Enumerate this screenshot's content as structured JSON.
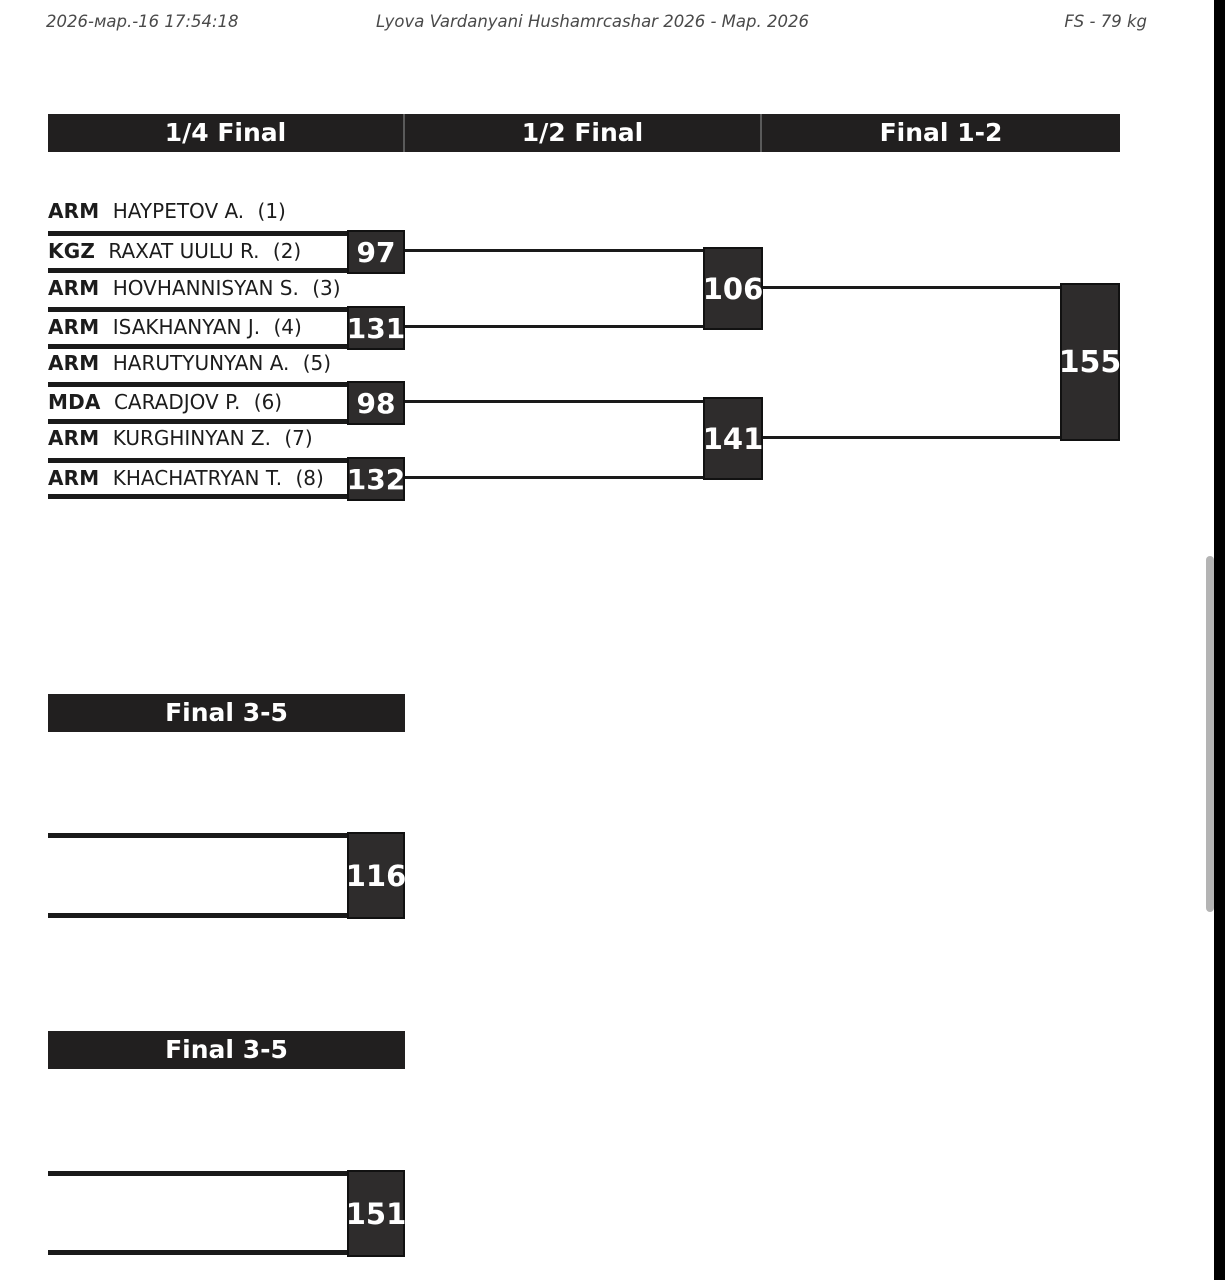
{
  "header": {
    "date": "2026-мар.-16 17:54:18",
    "title": "Lyova Vardanyani Hushamrcashar 2026 - Мар. 2026",
    "weight_class": "FS - 79 kg"
  },
  "colors": {
    "bar_bg": "#211f1f",
    "score_bg": "#2e2c2c",
    "line": "#1a1a1a",
    "page_bg": "#ffffff",
    "text": "#1c1c1c",
    "scrollbar_thumb": "#b4b4b4"
  },
  "rounds": [
    {
      "label": "1/4 Final"
    },
    {
      "label": "1/2 Final"
    },
    {
      "label": "Final 1-2"
    }
  ],
  "competitors": [
    {
      "country": "ARM",
      "name": "HAYPETOV A.",
      "seed": "(1)"
    },
    {
      "country": "KGZ",
      "name": "RAXAT UULU R.",
      "seed": "(2)"
    },
    {
      "country": "ARM",
      "name": "HOVHANNISYAN S.",
      "seed": "(3)"
    },
    {
      "country": "ARM",
      "name": "ISAKHANYAN J.",
      "seed": "(4)"
    },
    {
      "country": "ARM",
      "name": "HARUTYUNYAN A.",
      "seed": "(5)"
    },
    {
      "country": "MDA",
      "name": "CARADJOV P.",
      "seed": "(6)"
    },
    {
      "country": "ARM",
      "name": "KURGHINYAN Z.",
      "seed": "(7)"
    },
    {
      "country": "ARM",
      "name": "KHACHATRYAN T.",
      "seed": "(8)"
    }
  ],
  "matches": {
    "quarterfinals": [
      {
        "number": "97"
      },
      {
        "number": "131"
      },
      {
        "number": "98"
      },
      {
        "number": "132"
      }
    ],
    "semifinals": [
      {
        "number": "106"
      },
      {
        "number": "141"
      }
    ],
    "final": {
      "number": "155"
    }
  },
  "classification": [
    {
      "label": "Final 3-5",
      "match": {
        "number": "116"
      }
    },
    {
      "label": "Final 3-5",
      "match": {
        "number": "151"
      }
    }
  ]
}
